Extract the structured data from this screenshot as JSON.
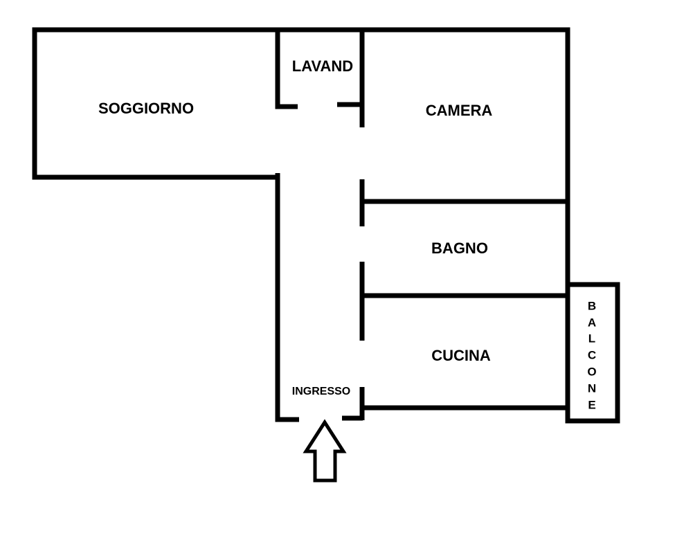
{
  "rooms": {
    "soggiorno": "SOGGIORNO",
    "lavand": "LAVAND",
    "camera": "CAMERA",
    "bagno": "BAGNO",
    "cucina": "CUCINA",
    "ingresso": "INGRESSO",
    "balcone": [
      "B",
      "A",
      "L",
      "C",
      "O",
      "N",
      "E"
    ]
  },
  "entrance_arrow_icon": "up-arrow-icon",
  "colors": {
    "wall": "#000000",
    "background": "#ffffff"
  }
}
